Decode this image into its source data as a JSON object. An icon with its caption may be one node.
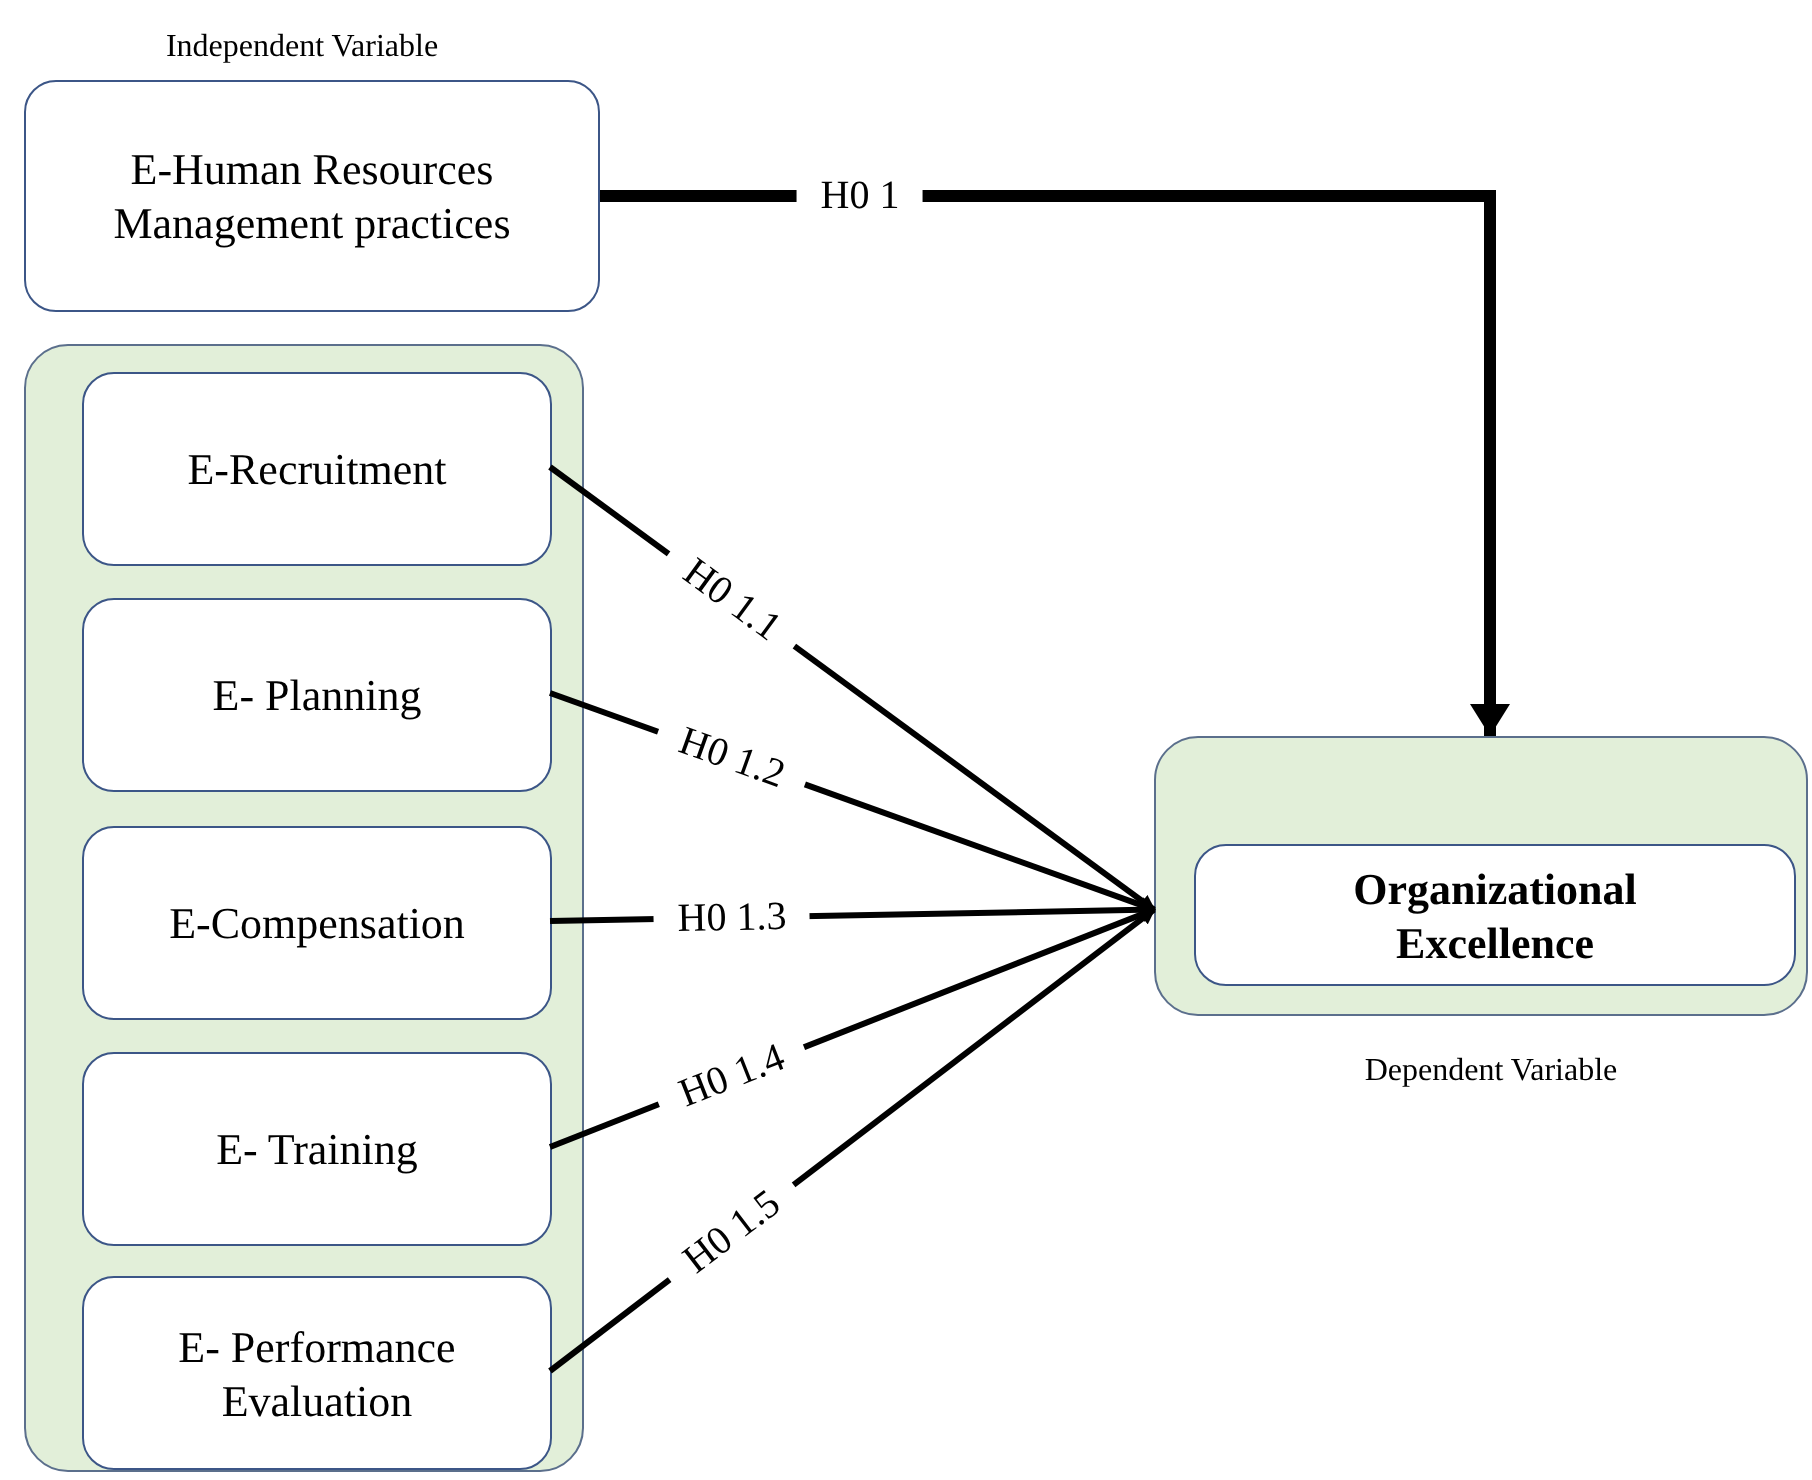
{
  "diagram": {
    "nodes": [
      {
        "text": [
          "E-Human Resources Management practices"
        ],
        "beside": [
          "Independent Variable"
        ]
      },
      {
        "text": [],
        "shape": "box"
      },
      {
        "text": [
          "E-Recruitment"
        ],
        "in": 1
      },
      {
        "text": [
          "E- Planning"
        ],
        "in": 1
      },
      {
        "text": [
          "E-Compensation"
        ],
        "in": 1
      },
      {
        "text": [
          "E- Training"
        ],
        "in": 1
      },
      {
        "text": [
          "E- Performance Evaluation"
        ],
        "in": 1
      },
      {
        "text": [],
        "shape": "box",
        "beside": [
          "Dependent Variable"
        ]
      },
      {
        "text": [
          "Organizational Excellence"
        ],
        "in": 7
      }
    ],
    "edges": [
      {
        "from": 0,
        "to": 7,
        "arrow": "to",
        "label": "H0 1",
        "style": "thick"
      },
      {
        "from": 2,
        "to": 7,
        "arrow": "to",
        "label": "H0 1.1"
      },
      {
        "from": 3,
        "to": 7,
        "arrow": "to",
        "label": "H0 1.2"
      },
      {
        "from": 4,
        "to": 7,
        "arrow": "to",
        "label": "H0 1.3"
      },
      {
        "from": 5,
        "to": 7,
        "arrow": "to",
        "label": "H0 1.4"
      },
      {
        "from": 6,
        "to": 7,
        "arrow": "to",
        "label": "H0 1.5"
      }
    ]
  }
}
